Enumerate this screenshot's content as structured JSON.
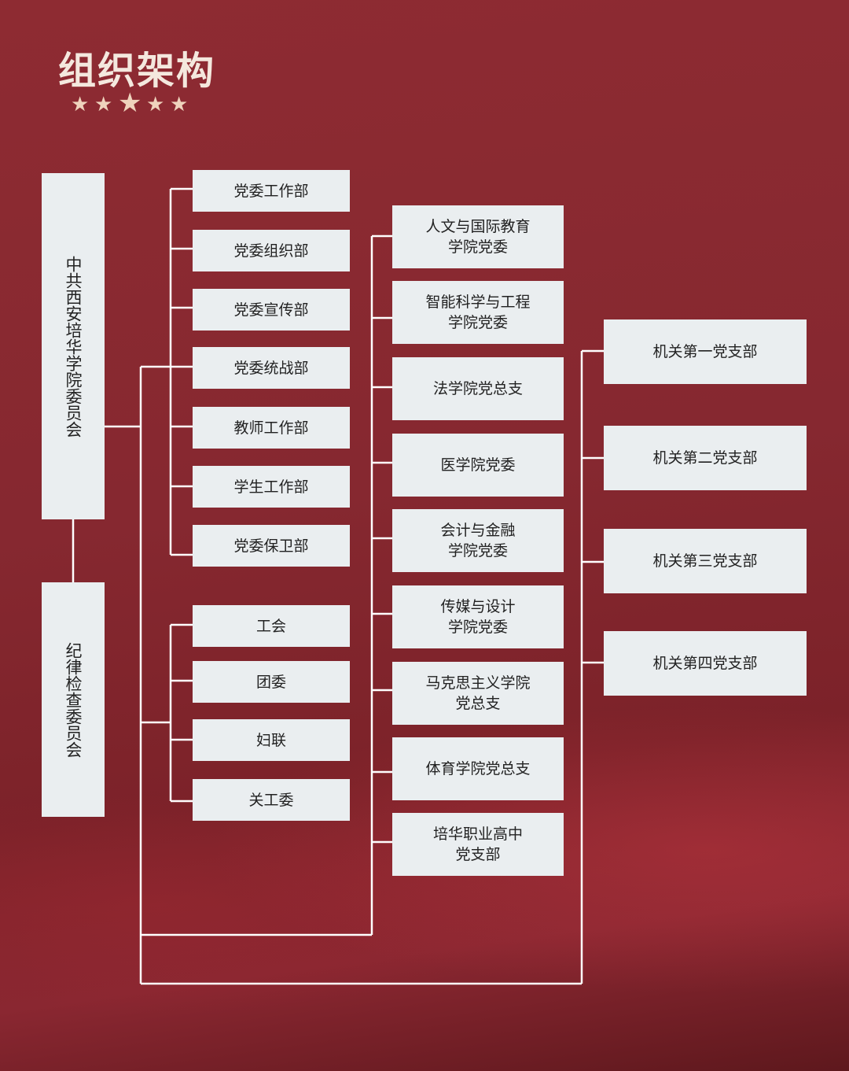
{
  "title": "组织架构",
  "stars_icon": "star-icon",
  "colors": {
    "background": "#862830",
    "box": "#eaeef0",
    "line": "#ffffff",
    "title": "#f4e8de",
    "stars": "#efd3bd"
  },
  "root": {
    "party_committee": "中共西安培华学院委员会",
    "discipline": "纪律检查委员会"
  },
  "departments": [
    "党委工作部",
    "党委组织部",
    "党委宣传部",
    "党委统战部",
    "教师工作部",
    "学生工作部",
    "党委保卫部"
  ],
  "mass_orgs": [
    "工会",
    "团委",
    "妇联",
    "关工委"
  ],
  "college_committees": [
    "人文与国际教育\n学院党委",
    "智能科学与工程\n学院党委",
    "法学院党总支",
    "医学院党委",
    "会计与金融\n学院党委",
    "传媒与设计\n学院党委",
    "马克思主义学院\n党总支",
    "体育学院党总支",
    "培华职业高中\n党支部"
  ],
  "branches": [
    "机关第一党支部",
    "机关第二党支部",
    "机关第三党支部",
    "机关第四党支部"
  ]
}
